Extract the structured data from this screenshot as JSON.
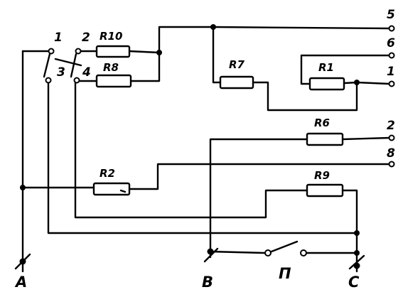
{
  "resistors": {
    "r10": "R10",
    "r8": "R8",
    "r7": "R7",
    "r1": "R1",
    "r6": "R6",
    "r2": "R2",
    "r9": "R9"
  },
  "switch_contacts": {
    "c1": "1",
    "c2": "2",
    "c3": "3",
    "c4": "4"
  },
  "outputs": {
    "o5": "5",
    "o6": "6",
    "o1": "1",
    "o2": "2",
    "o8": "8"
  },
  "main_terminals": {
    "a": "A",
    "b": "B",
    "c": "C"
  },
  "switch_label": "П"
}
